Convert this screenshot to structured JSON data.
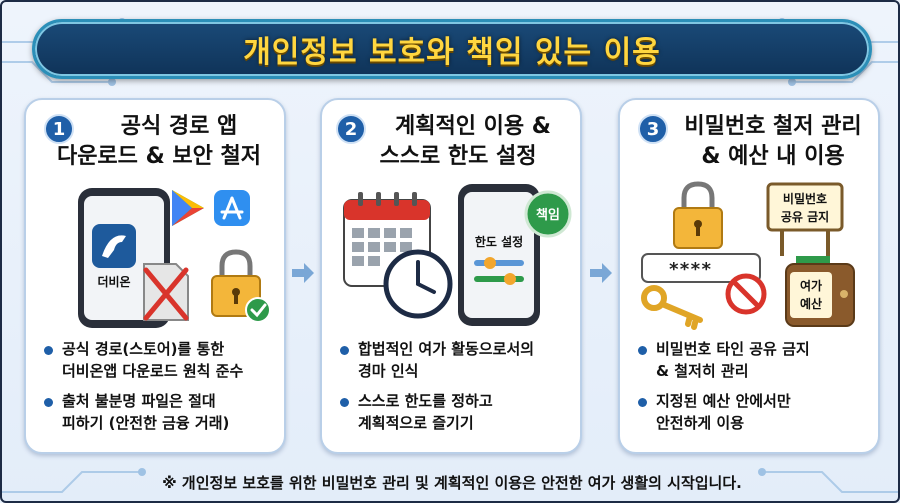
{
  "title": "개인정보 보호와 책임 있는 이용",
  "cards": [
    {
      "number": "1",
      "title_line1": "공식 경로 앱",
      "title_line2": "다운로드 & 보안 철저",
      "app_label": "더비온",
      "bullets": [
        [
          "공식 경로(스토어)를 통한",
          "더비온앱 다운로드 원칙 준수"
        ],
        [
          "출처 불분명 파일은 절대",
          "피하기 (안전한 금융 거래)"
        ]
      ]
    },
    {
      "number": "2",
      "title_line1": "계획적인 이용 &",
      "title_line2": "스스로 한도 설정",
      "phone_label": "한도 설정",
      "badge": "책임",
      "bullets": [
        [
          "합법적인 여가 활동으로서의",
          "경마 인식"
        ],
        [
          "스스로 한도를 정하고",
          "계획적으로 즐기기"
        ]
      ]
    },
    {
      "number": "3",
      "title_line1": "비밀번호 철저 관리",
      "title_line2": "& 예산 내 이용",
      "password_mask": "****",
      "sign_line1": "비밀번호",
      "sign_line2": "공유 금지",
      "wallet_line1": "여가",
      "wallet_line2": "예산",
      "bullets": [
        [
          "비밀번호 타인 공유 금지",
          "& 철저히 관리"
        ],
        [
          "지정된 예산 안에서만",
          "안전하게 이용"
        ]
      ]
    }
  ],
  "footer": "※ 개인정보 보호를 위한 비밀번호 관리 및 계획적인 이용은 안전한 여가 생활의 시작입니다.",
  "colors": {
    "banner": "#0f3358",
    "title_text": "#ffd640",
    "number_badge": "#1f5fa8",
    "accent_green": "#2e9a4a",
    "accent_red": "#d9342b"
  },
  "icons": [
    "google-play-icon",
    "app-store-icon",
    "lock-icon",
    "checkmark-icon",
    "calendar-icon",
    "clock-icon",
    "key-icon",
    "no-entry-icon",
    "wallet-icon"
  ]
}
